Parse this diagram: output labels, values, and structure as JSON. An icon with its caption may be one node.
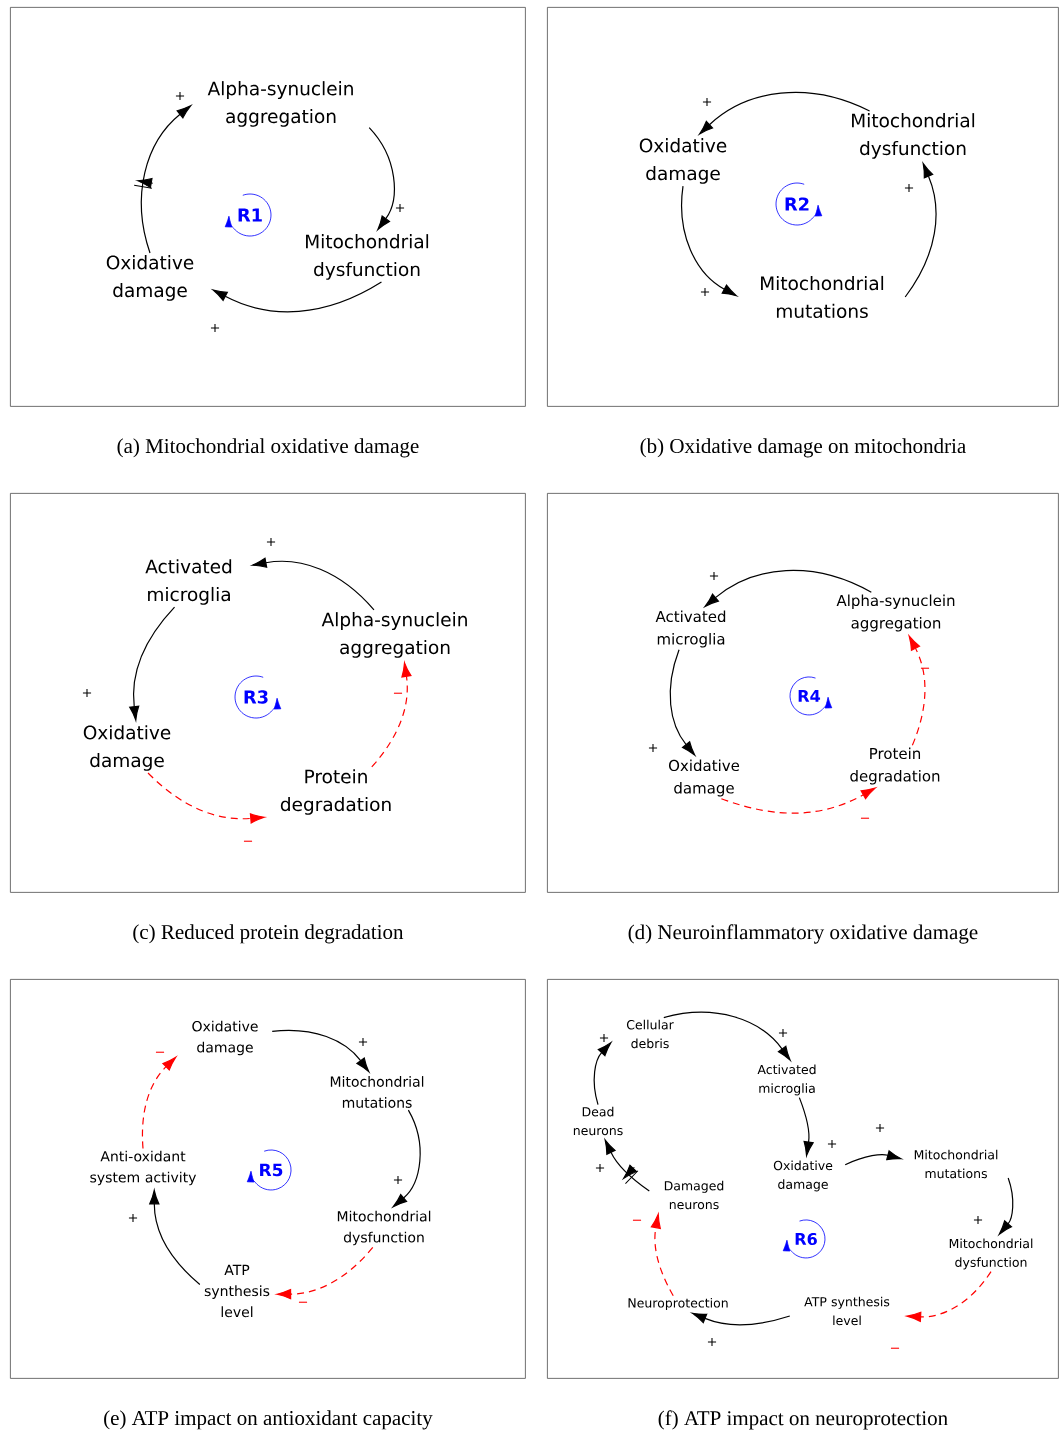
{
  "diagram": {
    "nodes": [
      {
        "text": [
          "(a) Mitochondrial oxidative damage"
        ]
      },
      {
        "text": [
          "Alpha-synuclein aggregation"
        ],
        "in": 0
      },
      {
        "text": [
          "Mitochondrial dysfunction"
        ],
        "in": 0
      },
      {
        "text": [
          "Oxidative damage"
        ],
        "in": 0
      },
      {
        "text": [
          "R1"
        ],
        "in": 0
      },
      {
        "text": [
          "(b) Oxidative damage on mitochondria"
        ]
      },
      {
        "text": [
          "Mitochondrial dysfunction"
        ],
        "in": 5
      },
      {
        "text": [
          "Oxidative damage"
        ],
        "in": 5
      },
      {
        "text": [
          "Mitochondrial mutations"
        ],
        "in": 5
      },
      {
        "text": [
          "R2"
        ],
        "in": 5
      },
      {
        "text": [
          "(c) Reduced protein degradation"
        ]
      },
      {
        "text": [
          "Activated microglia"
        ],
        "in": 10
      },
      {
        "text": [
          "Alpha-synuclein aggregation"
        ],
        "in": 10
      },
      {
        "text": [
          "Protein degradation"
        ],
        "in": 10
      },
      {
        "text": [
          "Oxidative damage"
        ],
        "in": 10
      },
      {
        "text": [
          "R3"
        ],
        "in": 10
      },
      {
        "text": [
          "(d) Neuroinflammatory oxidative damage"
        ]
      },
      {
        "text": [
          "Activated microglia"
        ],
        "in": 16
      },
      {
        "text": [
          "Alpha-synuclein aggregation"
        ],
        "in": 16
      },
      {
        "text": [
          "Protein degradation"
        ],
        "in": 16
      },
      {
        "text": [
          "Oxidative damage"
        ],
        "in": 16
      },
      {
        "text": [
          "R4"
        ],
        "in": 16
      },
      {
        "text": [
          "(e) ATP impact on antioxidant capacity"
        ]
      },
      {
        "text": [
          "Oxidative damage"
        ],
        "in": 22
      },
      {
        "text": [
          "Mitochondrial mutations"
        ],
        "in": 22
      },
      {
        "text": [
          "Mitochondrial dysfunction"
        ],
        "in": 22
      },
      {
        "text": [
          "ATP synthesis level"
        ],
        "in": 22
      },
      {
        "text": [
          "Anti-oxidant system activity"
        ],
        "in": 22
      },
      {
        "text": [
          "R5"
        ],
        "in": 22
      },
      {
        "text": [
          "(f) ATP impact on neuroprotection"
        ]
      },
      {
        "text": [
          "Cellular debris"
        ],
        "in": 29
      },
      {
        "text": [
          "Activated microglia"
        ],
        "in": 29
      },
      {
        "text": [
          "Dead neurons"
        ],
        "in": 29
      },
      {
        "text": [
          "Oxidative damage"
        ],
        "in": 29
      },
      {
        "text": [
          "Mitochondrial mutations"
        ],
        "in": 29
      },
      {
        "text": [
          "Damaged neurons"
        ],
        "in": 29
      },
      {
        "text": [
          "Mitochondrial dysfunction"
        ],
        "in": 29
      },
      {
        "text": [
          "Neuroprotection"
        ],
        "in": 29
      },
      {
        "text": [
          "ATP synthesis level"
        ],
        "in": 29
      },
      {
        "text": [
          "R6"
        ],
        "in": 29
      }
    ],
    "edges": [
      {
        "from": 3,
        "to": 1,
        "arrow": "to",
        "label": "+"
      },
      {
        "from": 1,
        "to": 2,
        "arrow": "to",
        "label": "+"
      },
      {
        "from": 2,
        "to": 3,
        "arrow": "to",
        "label": "+"
      },
      {
        "from": 6,
        "to": 7,
        "arrow": "to",
        "label": "+"
      },
      {
        "from": 7,
        "to": 8,
        "arrow": "to",
        "label": "+"
      },
      {
        "from": 8,
        "to": 6,
        "arrow": "to",
        "label": "+"
      },
      {
        "from": 12,
        "to": 11,
        "arrow": "to",
        "label": "+"
      },
      {
        "from": 11,
        "to": 14,
        "arrow": "to",
        "label": "+"
      },
      {
        "from": 14,
        "to": 13,
        "arrow": "to",
        "label": "−",
        "style": "dashed",
        "color": "#ff0000"
      },
      {
        "from": 13,
        "to": 12,
        "arrow": "to",
        "label": "−",
        "style": "dashed",
        "color": "#ff0000"
      },
      {
        "from": 18,
        "to": 17,
        "arrow": "to",
        "label": "+"
      },
      {
        "from": 17,
        "to": 20,
        "arrow": "to",
        "label": "+"
      },
      {
        "from": 20,
        "to": 19,
        "arrow": "to",
        "label": "−",
        "style": "dashed",
        "color": "#ff0000"
      },
      {
        "from": 19,
        "to": 18,
        "arrow": "to",
        "label": "−",
        "style": "dashed",
        "color": "#ff0000"
      },
      {
        "from": 23,
        "to": 24,
        "arrow": "to",
        "label": "+"
      },
      {
        "from": 24,
        "to": 25,
        "arrow": "to",
        "label": "+"
      },
      {
        "from": 25,
        "to": 26,
        "arrow": "to",
        "label": "−",
        "style": "dashed",
        "color": "#ff0000"
      },
      {
        "from": 26,
        "to": 27,
        "arrow": "to",
        "label": "+"
      },
      {
        "from": 27,
        "to": 23,
        "arrow": "to",
        "label": "−",
        "style": "dashed",
        "color": "#ff0000"
      },
      {
        "from": 30,
        "to": 31,
        "arrow": "to",
        "label": "+"
      },
      {
        "from": 31,
        "to": 33,
        "arrow": "to",
        "label": "+"
      },
      {
        "from": 33,
        "to": 34,
        "arrow": "to",
        "label": "+"
      },
      {
        "from": 34,
        "to": 36,
        "arrow": "to",
        "label": "+"
      },
      {
        "from": 36,
        "to": 38,
        "arrow": "to",
        "label": "−",
        "style": "dashed",
        "color": "#ff0000"
      },
      {
        "from": 38,
        "to": 37,
        "arrow": "to",
        "label": "+"
      },
      {
        "from": 37,
        "to": 35,
        "arrow": "to",
        "label": "−",
        "style": "dashed",
        "color": "#ff0000"
      },
      {
        "from": 35,
        "to": 32,
        "arrow": "to",
        "label": "+"
      },
      {
        "from": 32,
        "to": 30,
        "arrow": "to",
        "label": "+"
      }
    ]
  }
}
